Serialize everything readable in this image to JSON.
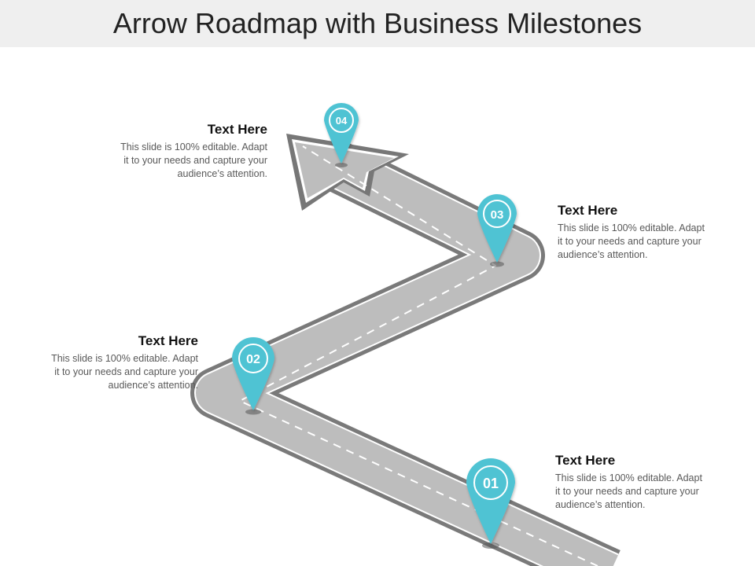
{
  "title": "Arrow Roadmap with Business Milestones",
  "colors": {
    "road": "#bdbdbd",
    "road_edge": "#7a7a7a",
    "pin": "#4fc3d3",
    "pin_ring": "#ffffff"
  },
  "milestones": [
    {
      "number": "01",
      "heading": "Text Here",
      "lines": [
        "This slide is 100% editable. Adapt",
        "it to your needs and capture your",
        "audience’s attention."
      ]
    },
    {
      "number": "02",
      "heading": "Text Here",
      "lines": [
        "This slide is 100% editable. Adapt",
        "it to your needs and capture your",
        "audience’s attention."
      ]
    },
    {
      "number": "03",
      "heading": "Text Here",
      "lines": [
        "This slide is 100% editable. Adapt",
        "it to your needs and capture your",
        "audience’s attention."
      ]
    },
    {
      "number": "04",
      "heading": "Text Here",
      "lines": [
        "This slide is 100% editable. Adapt",
        "it to your needs and capture your",
        "audience’s attention."
      ]
    }
  ]
}
